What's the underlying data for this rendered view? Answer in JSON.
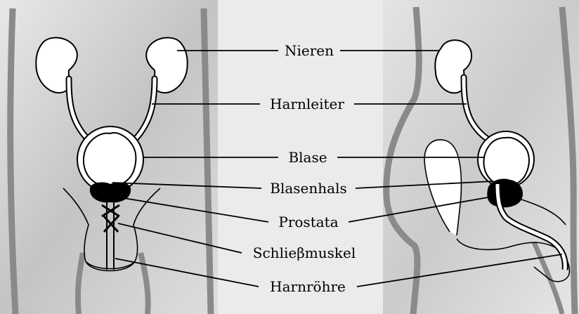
{
  "labels": {
    "nieren": "Nieren",
    "harnleiter": "Harnleiter",
    "blase": "Blase",
    "blasenhals": "Blasenhals",
    "prostata": "Prostata",
    "schliessmuskel": "Schlieβmuskel",
    "harnroehre": "Harnröhre"
  },
  "colors": {
    "background_gray": "#c8c8c8",
    "body_outline": "#8c8c8c",
    "organ_fill": "#ffffff",
    "organ_outline": "#000000",
    "prostata_fill": "#000000"
  }
}
